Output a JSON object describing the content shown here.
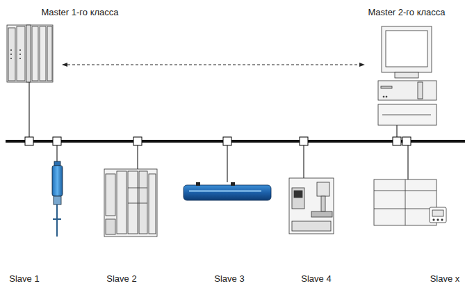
{
  "diagram": {
    "nodes": [
      {
        "text": [
          "Master 1-го класса"
        ]
      },
      {
        "text": [
          "Master 2-го класса"
        ]
      },
      {
        "text": [
          "Slave 1"
        ]
      },
      {
        "text": [
          "Slave 2"
        ]
      },
      {
        "text": [
          "Slave 3"
        ]
      },
      {
        "text": [
          "Slave 4"
        ]
      },
      {
        "text": [
          "Slave x"
        ]
      }
    ],
    "edges": [
      {
        "from": 0,
        "to": 1,
        "arrow": "both"
      }
    ]
  }
}
